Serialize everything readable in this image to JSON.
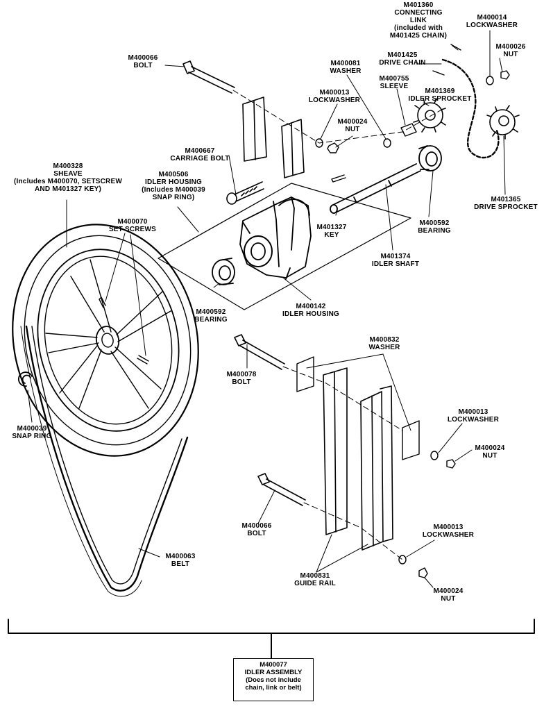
{
  "labels": {
    "connecting_link": [
      "M401360",
      "CONNECTING",
      "LINK",
      "(included with",
      "M401425 CHAIN)"
    ],
    "lockwasher_top_right": [
      "M400014",
      "LOCKWASHER"
    ],
    "nut_top_right": [
      "M400026",
      "NUT"
    ],
    "bolt_top": [
      "M400066",
      "BOLT"
    ],
    "washer_top": [
      "M400081",
      "WASHER"
    ],
    "drive_chain": [
      "M401425",
      "DRIVE CHAIN"
    ],
    "sleeve": [
      "M400755",
      "SLEEVE"
    ],
    "idler_sprocket": [
      "M401369",
      "IDLER SPROCKET"
    ],
    "lockwasher_top": [
      "M400013",
      "LOCKWASHER"
    ],
    "nut_top": [
      "M400024",
      "NUT"
    ],
    "carriage_bolt": [
      "M400667",
      "CARRIAGE BOLT"
    ],
    "sheave": [
      "M400328",
      "SHEAVE",
      "(Includes M400070, SETSCREW",
      "AND M401327 KEY)"
    ],
    "idler_housing_assy": [
      "M400506",
      "IDLER HOUSING",
      "(Includes M400039",
      "SNAP RING)"
    ],
    "drive_sprocket": [
      "M401365",
      "DRIVE SPROCKET"
    ],
    "set_screws": [
      "M400070",
      "SET SCREWS"
    ],
    "key": [
      "M401327",
      "KEY"
    ],
    "bearing_right": [
      "M400592",
      "BEARING"
    ],
    "idler_shaft": [
      "M401374",
      "IDLER SHAFT"
    ],
    "bearing_left": [
      "M400592",
      "BEARING"
    ],
    "idler_housing": [
      "M400142",
      "IDLER HOUSING"
    ],
    "washer_mid": [
      "M400832",
      "WASHER"
    ],
    "bolt_mid": [
      "M400078",
      "BOLT"
    ],
    "lockwasher_mid": [
      "M400013",
      "LOCKWASHER"
    ],
    "nut_mid": [
      "M400024",
      "NUT"
    ],
    "snap_ring": [
      "M400039",
      "SNAP RING"
    ],
    "bolt_low": [
      "M400066",
      "BOLT"
    ],
    "lockwasher_low": [
      "M400013",
      "LOCKWASHER"
    ],
    "belt": [
      "M400063",
      "BELT"
    ],
    "guide_rail": [
      "M400831",
      "GUIDE RAIL"
    ],
    "nut_low": [
      "M400024",
      "NUT"
    ]
  },
  "assembly": [
    "M400077",
    "IDLER ASSEMBLY",
    "(Does not include",
    "chain, link or belt)"
  ]
}
